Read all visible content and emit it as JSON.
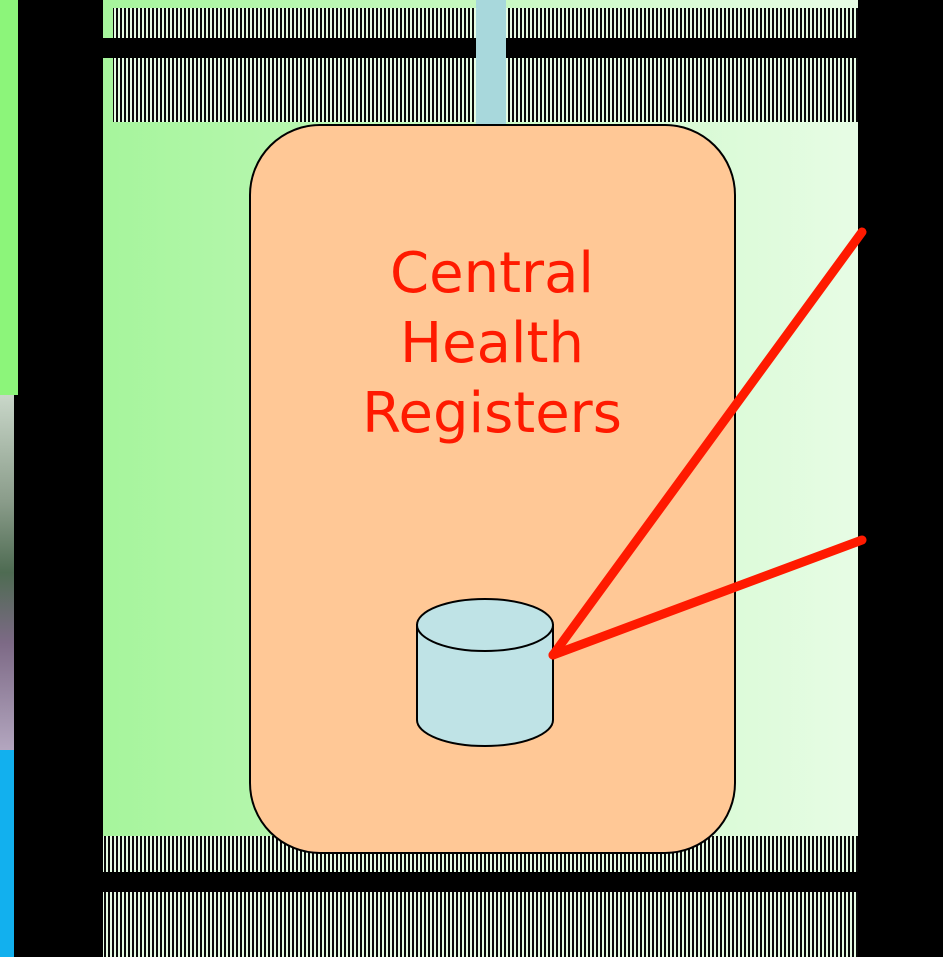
{
  "diagram": {
    "box_label_lines": [
      "Central",
      "Health",
      "Registers"
    ]
  },
  "colors": {
    "background": "#000000",
    "panel_green": "#a9f7a0",
    "panel_light": "#e6fce4",
    "box_fill": "#ffc896",
    "cylinder_fill": "#bfe3e6",
    "arrow_light_blue": "#a8d8dc",
    "red_line": "#ff1a00",
    "side_green": "#8cf57a",
    "side_cyan": "#12b0ee"
  }
}
